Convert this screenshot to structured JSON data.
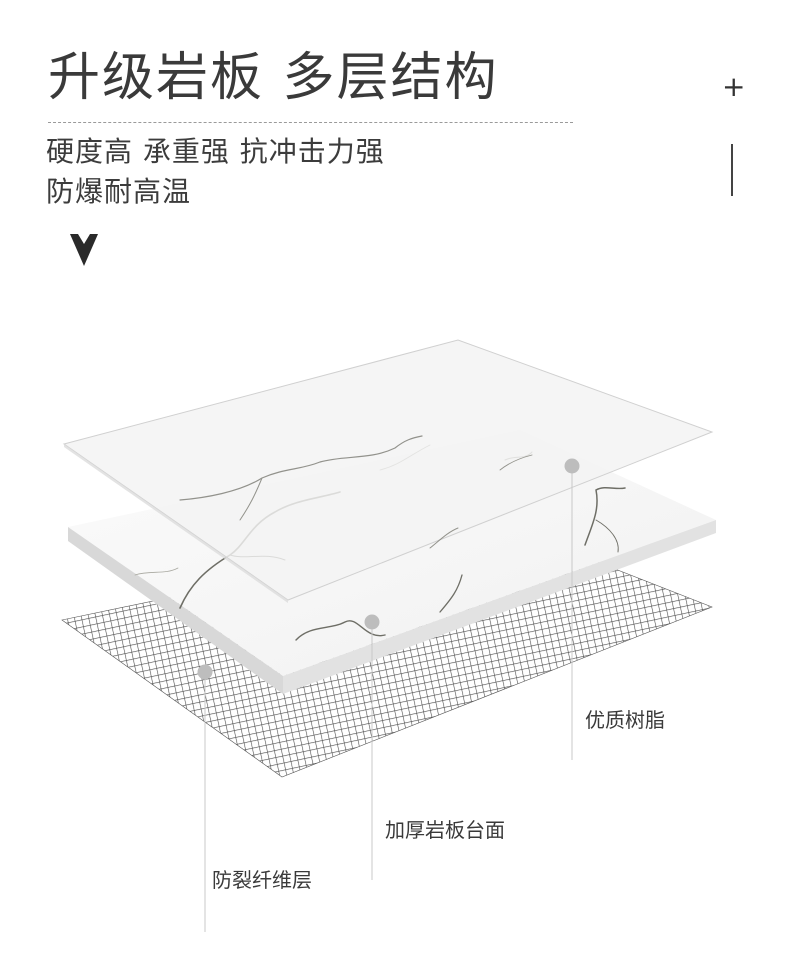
{
  "header": {
    "title": "升级岩板 多层结构",
    "plus_symbol": "+",
    "subtitle_line1": "硬度高 承重强 抗冲击力强",
    "subtitle_line2": "防爆耐高温"
  },
  "layers": {
    "resin_label": "优质树脂",
    "slab_label": "加厚岩板台面",
    "fiber_label": "防裂纤维层"
  },
  "icons": {
    "plus": "plus-icon",
    "arrow": "down-arrow-icon"
  },
  "colors": {
    "text": "#3c3c3c",
    "marker": "#bdbdbd",
    "mesh": "#3a3a3a",
    "marble_vein": "#6e6e66"
  }
}
